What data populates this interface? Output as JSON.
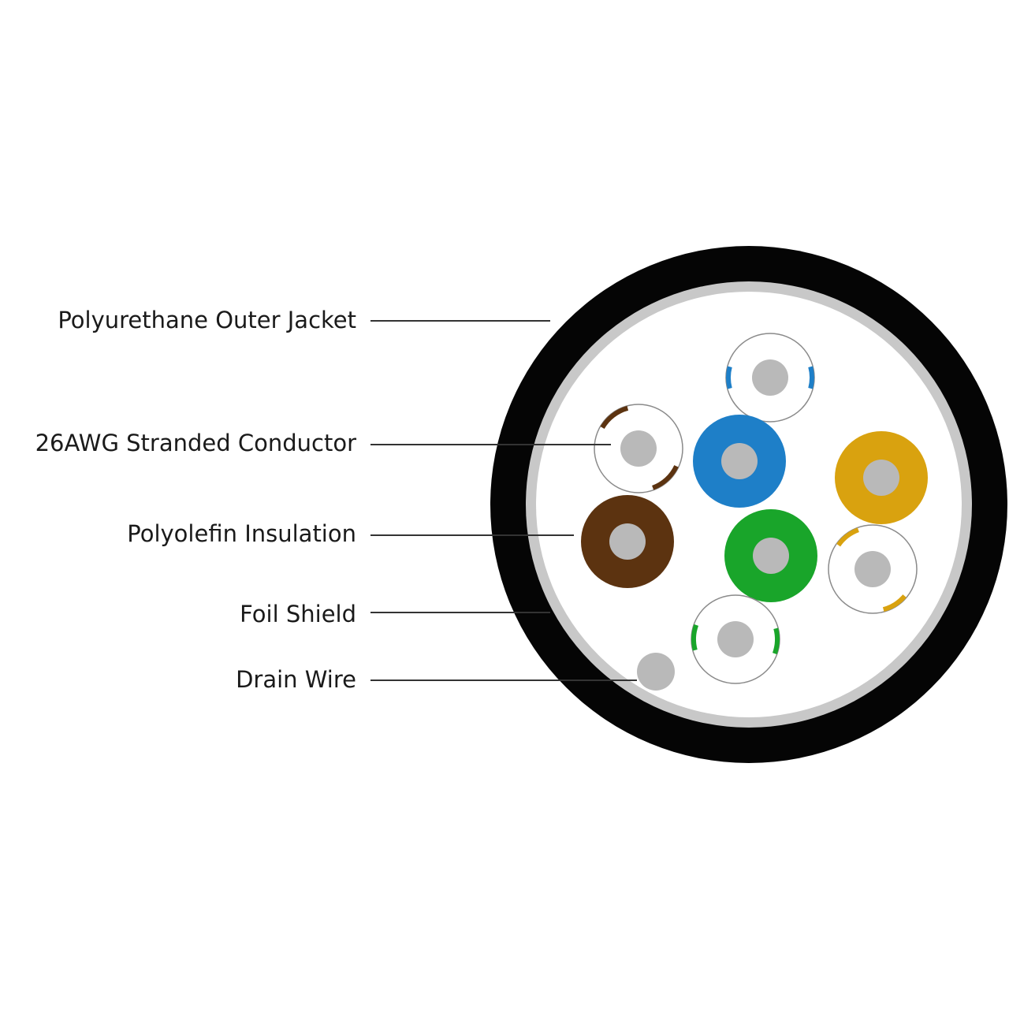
{
  "labels": {
    "outer_jacket": "Polyurethane Outer Jacket",
    "conductor": "26AWG Stranded Conductor",
    "insulation": "Polyolefin Insulation",
    "foil_shield": "Foil Shield",
    "drain_wire": "Drain Wire"
  },
  "colors": {
    "jacket": "#050505",
    "shield": "#c8c8c8",
    "core_fill": "#ffffff",
    "conductor": "#b9b9b9",
    "blue": "#1e7fc8",
    "brown": "#5c3310",
    "green": "#19a52a",
    "orange": "#d9a20f",
    "white_wire_outline": "#8a8a8a"
  },
  "wires": [
    {
      "name": "white-blue-stripe",
      "solid": false,
      "stripe": "blue"
    },
    {
      "name": "white-brown-stripe",
      "solid": false,
      "stripe": "brown"
    },
    {
      "name": "blue-solid",
      "solid": true,
      "color": "blue"
    },
    {
      "name": "orange-solid",
      "solid": true,
      "color": "orange"
    },
    {
      "name": "brown-solid",
      "solid": true,
      "color": "brown"
    },
    {
      "name": "green-solid",
      "solid": true,
      "color": "green"
    },
    {
      "name": "white-orange-stripe",
      "solid": false,
      "stripe": "orange"
    },
    {
      "name": "white-green-stripe",
      "solid": false,
      "stripe": "green"
    }
  ]
}
